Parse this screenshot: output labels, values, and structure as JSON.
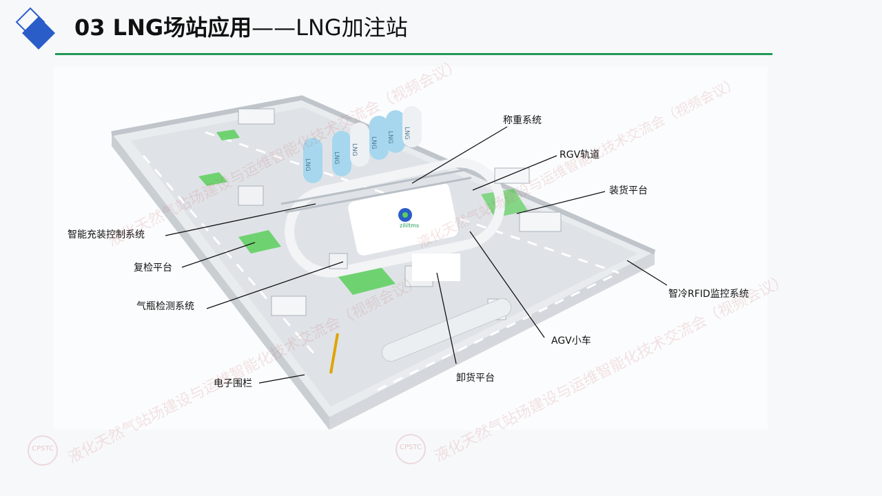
{
  "header": {
    "title_bold": "03 LNG场站应用",
    "title_sub": "——LNG加注站"
  },
  "diagram": {
    "labels": {
      "weighing": "称重系统",
      "rgv": "RGV轨道",
      "loading": "装货平台",
      "control": "智能充装控制系统",
      "recheck": "复检平台",
      "cylinder": "气瓶检测系统",
      "rfid": "智冷RFID监控系统",
      "agv": "AGV小车",
      "fence": "电子围栏",
      "unloading": "卸货平台"
    },
    "tank_texts": [
      "LNG",
      "LNG",
      "LNG",
      "LNG",
      "LNG",
      "LNG"
    ],
    "brand_text": "zililtms"
  },
  "watermark": {
    "text": "液化天然气站场建设与运维智能化技术交流会（视频会议）",
    "seal": "CPSTC"
  },
  "colors": {
    "accent_green": "#1f9a55",
    "logo_blue": "#2a5dc8",
    "tank_blue": "#a6d7ee",
    "floor_green": "#5ccf5c"
  }
}
